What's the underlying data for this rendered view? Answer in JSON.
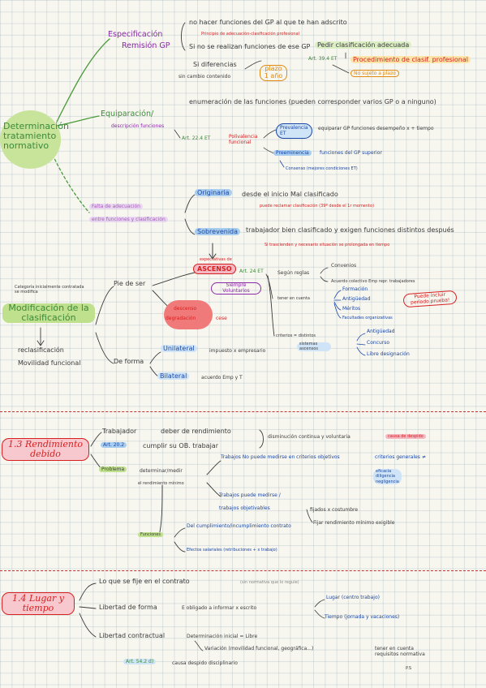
{
  "s1": {
    "main": "Determinación tratamiento normativo",
    "especificacion": "Especificación",
    "remision": "Remisión GP",
    "esp_arrow": "no hacer funciones del GP al que te han adscrito",
    "esp_red": "Principio de adecuación-clasificación profesional",
    "si_no": "Si no se realizan funciones de ese GP",
    "pedir": "Pedir clasificación adecuada",
    "art_394": "Art. 39.4 ET",
    "proc": "Procedimiento de clasif. profesional",
    "si_dif": "Si diferencias",
    "sin_cambio": "sin cambio contenido",
    "plazo": "plazo 1 año",
    "no_sujeto": "No sujeto a plazo",
    "equiparacion": "Equiparación/",
    "desc_func": "descripción funciones",
    "enumeracion": "enumeración de las funciones (pueden corresponder varios GP o a ninguno)",
    "art_224": "Art. 22.4 ET",
    "polivalencia": "Polivalencia funcional",
    "prevalencia": "Prevalencia",
    "prevalencia_et": "ET",
    "prev_arrow": "equiparar GP funciones desempeño x + tiempo",
    "preeminencia": "Preeminencia",
    "pre_arrow": "funciones del GP superior",
    "consenso": "Consenso (mejores condiciones ET)",
    "falta": "Falta de adecuación",
    "entre": "entre funciones y clasificación",
    "originaria": "Originaria",
    "orig_arrow": "desde el inicio Mal clasificado",
    "orig_red": "puede reclamar clasificación (39º desde el 1r momento)",
    "sobrevenida": "Sobrevenida",
    "sob_arrow": "trabajador bien clasificado y exigen funciones distintos después",
    "sob_red": "Si trascienden y necesario situación se prolongada en tiempo"
  },
  "s2": {
    "expectativas": "expectativas de",
    "ascenso": "ASCENSO",
    "art_24": "Art. 24 ET",
    "siempre": "Siempre Voluntarios",
    "segun_reglas": "Según reglas",
    "convenios": "Convenios",
    "acuerdo": "Acuerdo colectivo Emp repr. trabajadores",
    "tener_cuenta": "tener en cuenta",
    "formacion": "Formación",
    "antiguedad": "Antigüedad",
    "meritos": "Méritos",
    "facultades": "Facultades organizativas",
    "puede_incluir": "Puede incluir período prueba!",
    "criterios": "criterios = distintos",
    "sistemas": "sistemas ascensos",
    "antig2": "Antigüedad",
    "concurso": "Concurso",
    "libre": "Libre designación",
    "descenso": "descenso",
    "degradacion": "degradación",
    "cese": "cese",
    "categoria": "Categoría inicialmente contratada se modifica",
    "modificacion": "Modificación de la clasificación",
    "reclasificacion": "reclasificación",
    "movilidad": "Movilidad funcional",
    "pie_ser": "Pie de ser",
    "de_forma": "De forma",
    "unilateral": "Unilateral",
    "uni_arrow": "impuesto x empresario",
    "bilateral": "Bilateral",
    "bil_arrow": "acuerdo Emp y T"
  },
  "s3": {
    "title": "1.3 Rendimiento debido",
    "trabajador": "Trabajador",
    "deber": "deber de rendimiento",
    "art_202": "Art. 20.2",
    "cumplir": "cumplir su OB. trabajar",
    "disminucion": "disminución continua y voluntaria",
    "causa": "causa de despido",
    "problema": "Problema",
    "determinar": "determinar/medir",
    "rendimiento": "el rendimiento mínimo",
    "trab_no": "Trabajos No puede medirse en criterios objetivos",
    "criterios_gen": "criterios generales ≠ ",
    "eficacia": "eficacia",
    "diligencia": "diligencia",
    "negligencia": "negligencia",
    "trab_puede": "Trabajos puede medirse /",
    "trab_obj": "trabajos objetivables",
    "fijados": "fijados x costumbre",
    "fijar": "Fijar rendimiento mínimo exigible",
    "funciones": "Funciones",
    "del_cumpl": "Del cumplimiento/incumplimiento contrato",
    "efectos": "Efectos salariales (retribuciones + x trabajo)"
  },
  "s4": {
    "title": "1.4 Lugar y tiempo",
    "lo_que": "Lo que se fije en el contrato",
    "lo_que_sub": "(sin normativa que lo regule)",
    "libertad_forma": "Libertad de forma",
    "obligado": "E obligado a informar x escrito",
    "lugar": "Lugar (centro trabajo)",
    "tiempo": "Tiempo (jornada y vacaciones)",
    "libertad_contr": "Libertad contractual",
    "determinacion": "Determinación inicial = Libre",
    "variacion": "Variación (movilidad funcional, geográfica...)",
    "tener": "tener en cuenta requisitos normativa",
    "ps": "P.S",
    "art_542": "Art. 54.2 d)",
    "causa_desp": "causa despido disciplinario"
  }
}
